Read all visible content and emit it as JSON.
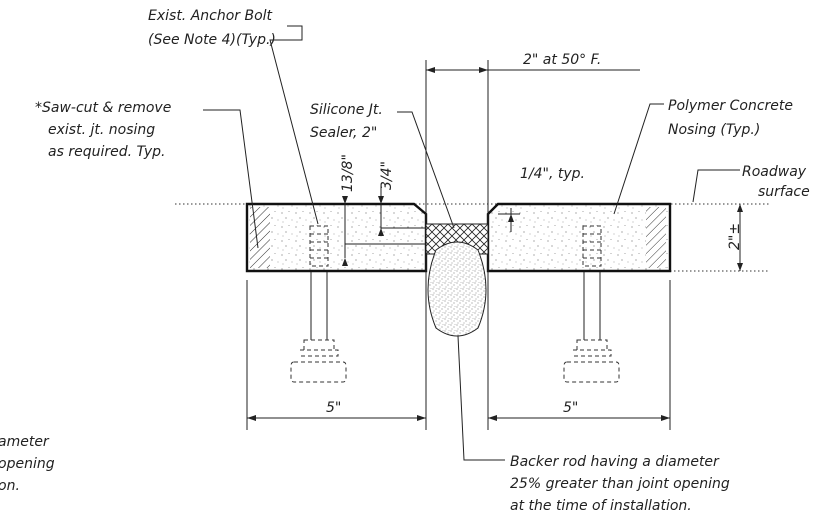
{
  "labels": {
    "anchor_bolt": [
      "Exist. Anchor Bolt",
      "(See Note 4)(Typ.)"
    ],
    "saw_cut": [
      "*Saw-cut & remove",
      "exist. jt. nosing",
      "as required. Typ."
    ],
    "silicone": [
      "Silicone Jt.",
      "Sealer, 2\""
    ],
    "gap_dim": "2\" at 50° F.",
    "polymer": [
      "Polymer Concrete",
      "Nosing (Typ.)"
    ],
    "roadway": [
      "Roadway",
      "surface"
    ],
    "chamfer": "1/4\", typ.",
    "dim_13_8": "13/8\"",
    "dim_3_4": "3/4\"",
    "dim_2_pm": "2\"±",
    "dim_5_left": "5\"",
    "dim_5_right": "5\"",
    "backer_rod": [
      "Backer rod having a diameter",
      "25% greater than joint opening",
      "at the time of installation."
    ],
    "cutoff_note": [
      "ameter",
      "opening",
      "on."
    ]
  }
}
